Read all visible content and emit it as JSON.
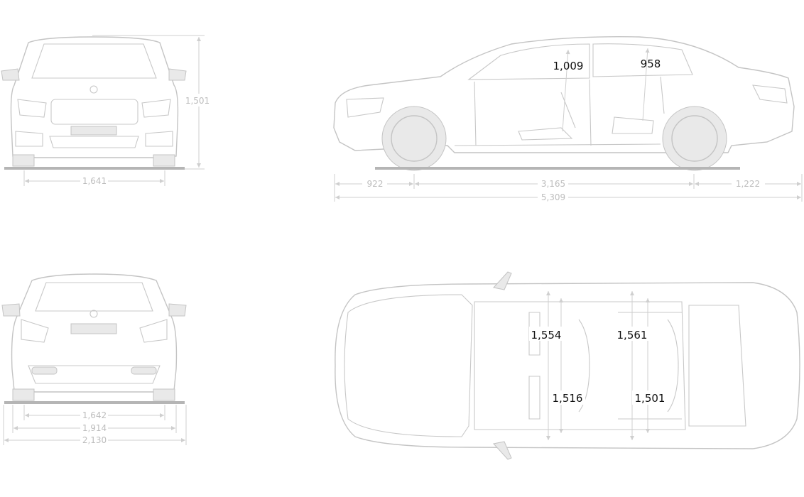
{
  "front_view": {
    "height": "1,501",
    "track_front": "1,641"
  },
  "side_view": {
    "front_overhang": "922",
    "wheelbase": "3,165",
    "rear_overhang": "1,222",
    "length": "5,309",
    "front_headroom": "1,009",
    "rear_headroom": "958"
  },
  "rear_view": {
    "track_rear": "1,642",
    "width_no_mirrors": "1,914",
    "width_with_mirrors": "2,130"
  },
  "top_view": {
    "front_shoulder_width": "1,554",
    "rear_shoulder_width": "1,561",
    "front_hip_width": "1,516",
    "rear_hip_width": "1,501"
  },
  "colors": {
    "line": "#c4c4c4",
    "dimension": "#bdbdbd",
    "label": "#111111"
  }
}
